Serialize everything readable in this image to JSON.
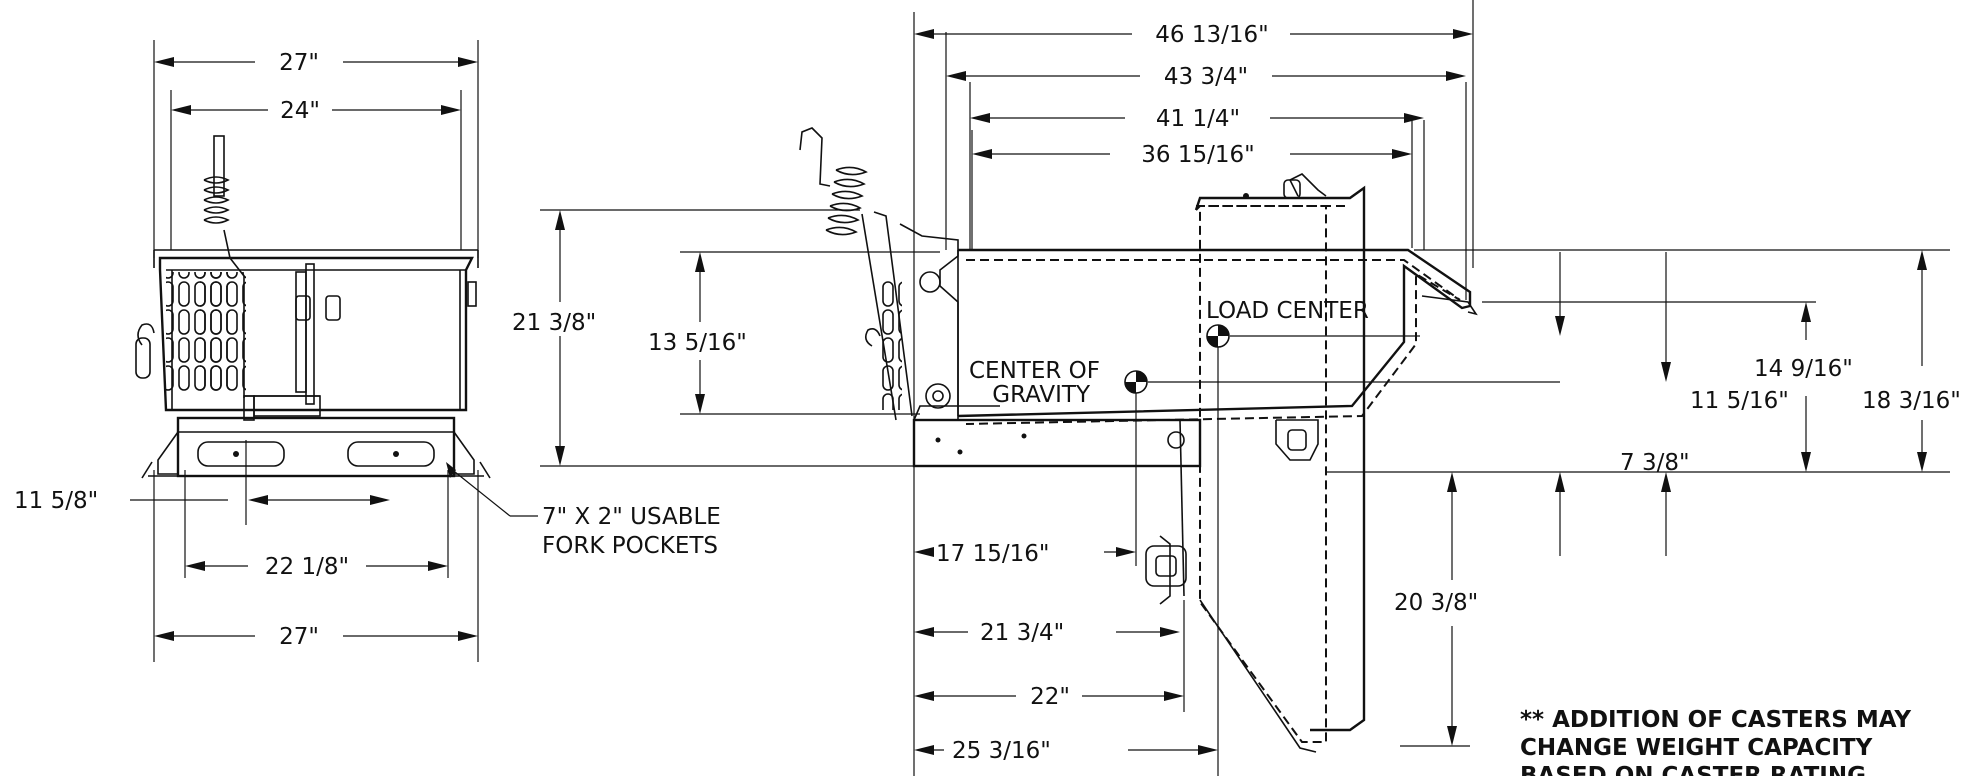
{
  "front_view": {
    "width_top_outer": "27\"",
    "width_top_inner": "24\"",
    "pocket_center": "11 5/8\"",
    "pocket_span": "22 1/8\"",
    "width_bottom": "27\"",
    "fork_note_line1": "7\" X 2\" USABLE",
    "fork_note_line2": "FORK POCKETS"
  },
  "side_view": {
    "overall_length": "46 13/16\"",
    "length_2": "43 3/4\"",
    "length_3": "41 1/4\"",
    "length_4": "36 15/16\"",
    "overall_height": "21 3/8\"",
    "body_height": "13 5/16\"",
    "load_center_label": "LOAD CENTER",
    "cog_label_line1": "CENTER OF",
    "cog_label_line2": "GRAVITY",
    "cog_height": "11 5/16\"",
    "cog_height_2": "7 3/8\"",
    "lc_height": "14 9/16\"",
    "right_height": "18 3/16\"",
    "dump_height": "20 3/8\"",
    "cog_offset": "17 15/16\"",
    "lc_offset": "21 3/4\"",
    "offset_3": "22\"",
    "offset_4": "25 3/16\""
  },
  "notes": {
    "line1": "** ADDITION OF CASTERS MAY",
    "line2": "CHANGE WEIGHT CAPACITY",
    "line3": "BASED ON CASTER RATING"
  }
}
